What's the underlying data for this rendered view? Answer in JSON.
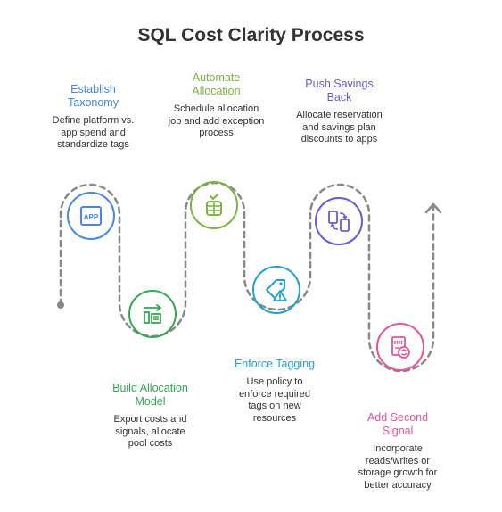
{
  "title": "SQL Cost Clarity Process",
  "colors": {
    "step1": "#4a86e8",
    "step2": "#34a853",
    "step3": "#7cb342",
    "step4": "#26a0d0",
    "step5": "#6a5acd",
    "step6": "#e0559a",
    "path": "#888888"
  },
  "steps": [
    {
      "title": "Establish Taxonomy",
      "description": "Define platform vs. app spend and standardize tags",
      "icon": "app-icon"
    },
    {
      "title": "Build Allocation Model",
      "description": "Export costs and signals, allocate pool costs",
      "icon": "allocation-model-icon"
    },
    {
      "title": "Automate Allocation",
      "description": "Schedule allocation job and add exception process",
      "icon": "database-check-icon"
    },
    {
      "title": "Enforce Tagging",
      "description": "Use policy to enforce required tags on new resources",
      "icon": "tag-warning-icon"
    },
    {
      "title": "Push Savings Back",
      "description": "Allocate reservation and savings plan discounts to apps",
      "icon": "device-sync-icon"
    },
    {
      "title": "Add Second Signal",
      "description": "Incorporate reads/writes or storage growth for better accuracy",
      "icon": "document-refresh-icon"
    }
  ]
}
